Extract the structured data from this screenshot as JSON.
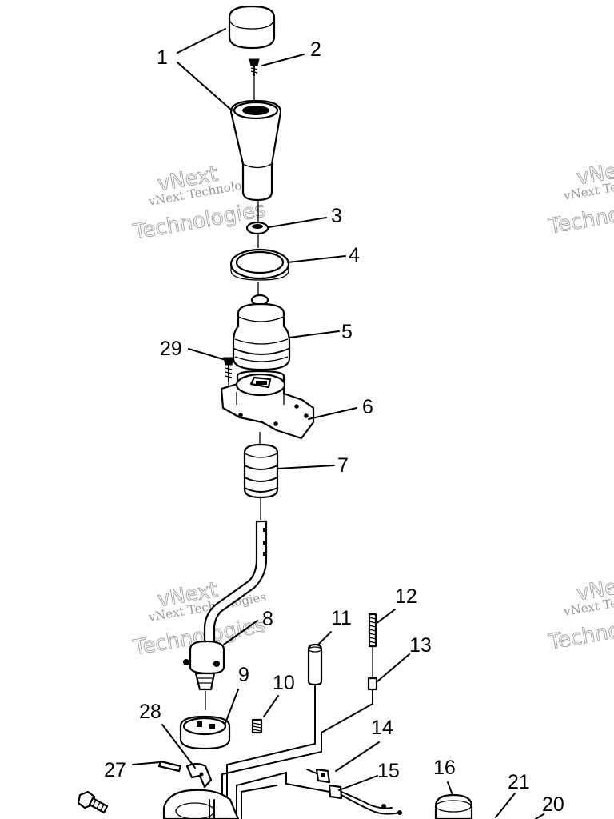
{
  "callouts": [
    {
      "id": "1",
      "text": "1"
    },
    {
      "id": "2",
      "text": "2"
    },
    {
      "id": "3",
      "text": "3"
    },
    {
      "id": "4",
      "text": "4"
    },
    {
      "id": "5",
      "text": "5"
    },
    {
      "id": "6",
      "text": "6"
    },
    {
      "id": "7",
      "text": "7"
    },
    {
      "id": "8",
      "text": "8"
    },
    {
      "id": "9",
      "text": "9"
    },
    {
      "id": "10",
      "text": "10"
    },
    {
      "id": "11",
      "text": "11"
    },
    {
      "id": "12",
      "text": "12"
    },
    {
      "id": "13",
      "text": "13"
    },
    {
      "id": "14",
      "text": "14"
    },
    {
      "id": "15",
      "text": "15"
    },
    {
      "id": "16",
      "text": "16"
    },
    {
      "id": "20",
      "text": "20"
    },
    {
      "id": "21",
      "text": "21"
    },
    {
      "id": "27",
      "text": "27"
    },
    {
      "id": "28",
      "text": "28"
    },
    {
      "id": "29",
      "text": "29"
    }
  ],
  "watermark": {
    "line1": "vNext",
    "line2": "vNext Technologies",
    "line3": "Technologies"
  },
  "colors": {
    "ink": "#000000",
    "watermark": "#a8a8a8",
    "background": "#ffffff"
  }
}
